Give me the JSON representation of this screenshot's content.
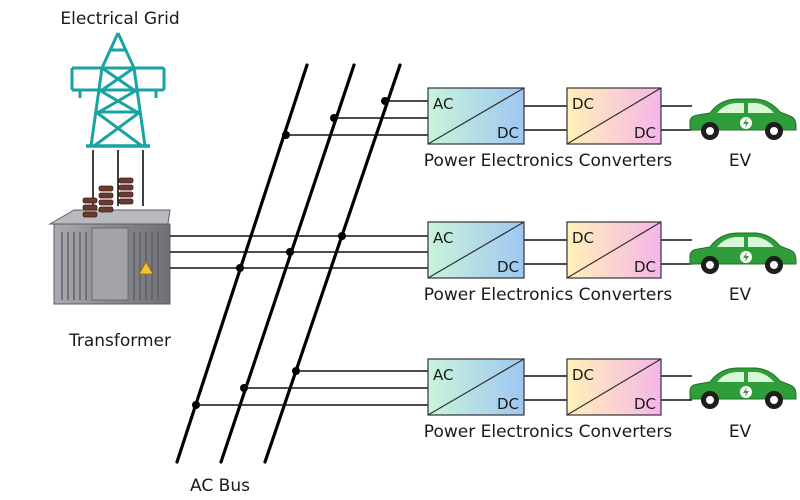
{
  "title": "Electrical Grid",
  "transformer_label": "Transformer",
  "bus_label": "AC Bus",
  "converter_label": "Power Electronics Converters",
  "ev_label": "EV",
  "ac_dc": {
    "in": "AC",
    "out": "DC"
  },
  "dc_dc": {
    "in": "DC",
    "out": "DC"
  },
  "chains": [
    {
      "converter_label": "Power Electronics Converters",
      "ev_label": "EV",
      "ac": "AC",
      "dc1": "DC",
      "dc2": "DC",
      "dc3": "DC"
    },
    {
      "converter_label": "Power Electronics Converters",
      "ev_label": "EV",
      "ac": "AC",
      "dc1": "DC",
      "dc2": "DC",
      "dc3": "DC"
    },
    {
      "converter_label": "Power Electronics Converters",
      "ev_label": "EV",
      "ac": "AC",
      "dc1": "DC",
      "dc2": "DC",
      "dc3": "DC"
    }
  ],
  "colors": {
    "tower": "#1aa3a3",
    "car": "#2f9e3a",
    "car_dark": "#1f7a2a",
    "transformer": "#8f9096",
    "bushing": "#6b3a2e",
    "acdc_gradient": [
      "#c9f4d9",
      "#9fc6f2"
    ],
    "dcdc_gradient": [
      "#fff1b8",
      "#f6b5e8"
    ]
  }
}
